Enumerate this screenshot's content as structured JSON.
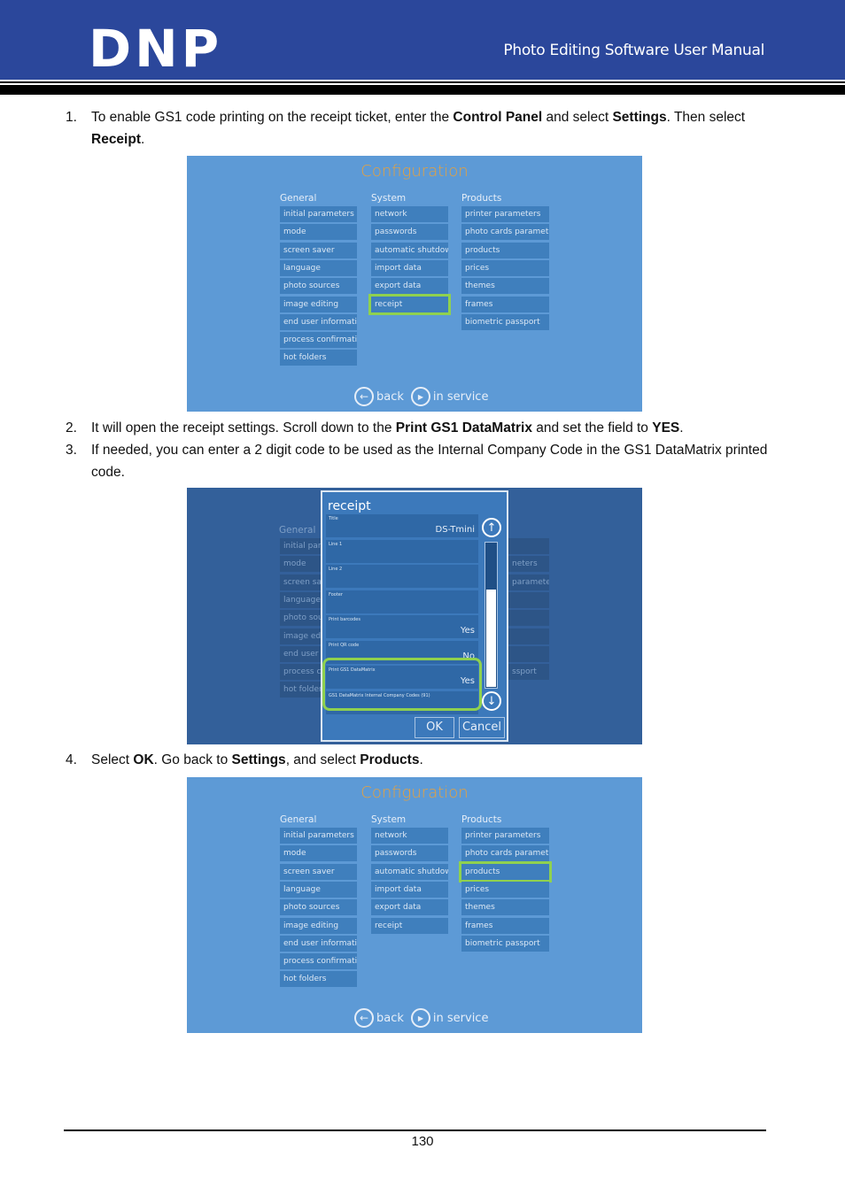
{
  "header": {
    "logo_text": "DNP",
    "doc_title": "Photo Editing Software User Manual"
  },
  "steps": [
    {
      "num": "1.",
      "parts": [
        "To enable GS1 code printing on the receipt ticket, enter the ",
        "Control Panel",
        " and select ",
        "Settings",
        ". Then select ",
        "Receipt",
        "."
      ]
    },
    {
      "num": "2.",
      "parts": [
        "It will open the receipt settings. Scroll down to the ",
        "Print GS1 DataMatrix",
        " and set the field to ",
        "YES",
        "."
      ]
    },
    {
      "num": "3.",
      "text": "If needed, you can enter a 2 digit code to be used as the Internal Company Code in the GS1 DataMatrix printed code."
    },
    {
      "num": "4.",
      "parts": [
        "Select ",
        "OK",
        ". Go back to ",
        "Settings",
        ", and select ",
        "Products",
        "."
      ]
    }
  ],
  "config": {
    "title": "Configuration",
    "columns": {
      "general": {
        "label": "General",
        "items": [
          "initial parameters",
          "mode",
          "screen saver",
          "language",
          "photo sources",
          "image editing",
          "end user information",
          "process confirmation",
          "hot folders"
        ]
      },
      "system": {
        "label": "System",
        "items": [
          "network",
          "passwords",
          "automatic shutdown",
          "import data",
          "export data",
          "receipt"
        ]
      },
      "products": {
        "label": "Products",
        "items": [
          "printer parameters",
          "photo cards parameters",
          "products",
          "prices",
          "themes",
          "frames",
          "biometric passport"
        ]
      }
    },
    "back": "back",
    "in_service": "in service"
  },
  "dimmed": {
    "general_label": "General",
    "general_items": [
      "initial param",
      "mode",
      "screen save",
      "language",
      "photo sour",
      "image editi",
      "end user in",
      "process co",
      "hot folders"
    ],
    "products_items": [
      "",
      "neters",
      "parameters",
      "",
      "",
      "",
      "",
      "ssport"
    ]
  },
  "receipt_dialog": {
    "title": "receipt",
    "fields": [
      {
        "label": "Title",
        "value": "DS-Tmini"
      },
      {
        "label": "Line 1",
        "value": ""
      },
      {
        "label": "Line 2",
        "value": ""
      },
      {
        "label": "Footer",
        "value": ""
      },
      {
        "label": "Print barcodes",
        "value": "Yes"
      },
      {
        "label": "Print QR code",
        "value": "No"
      },
      {
        "label": "Print GS1 DataMatrix",
        "value": "Yes"
      },
      {
        "label": "GS1 DataMatrix Internal Company Codes (91)",
        "value": ""
      }
    ],
    "ok": "OK",
    "cancel": "Cancel"
  },
  "page_number": "130",
  "colors": {
    "header_blue": "#2b479b",
    "panel_blue": "#5d9ad6",
    "highlight_green": "#8fd14f",
    "config_title": "#e9a13b"
  }
}
